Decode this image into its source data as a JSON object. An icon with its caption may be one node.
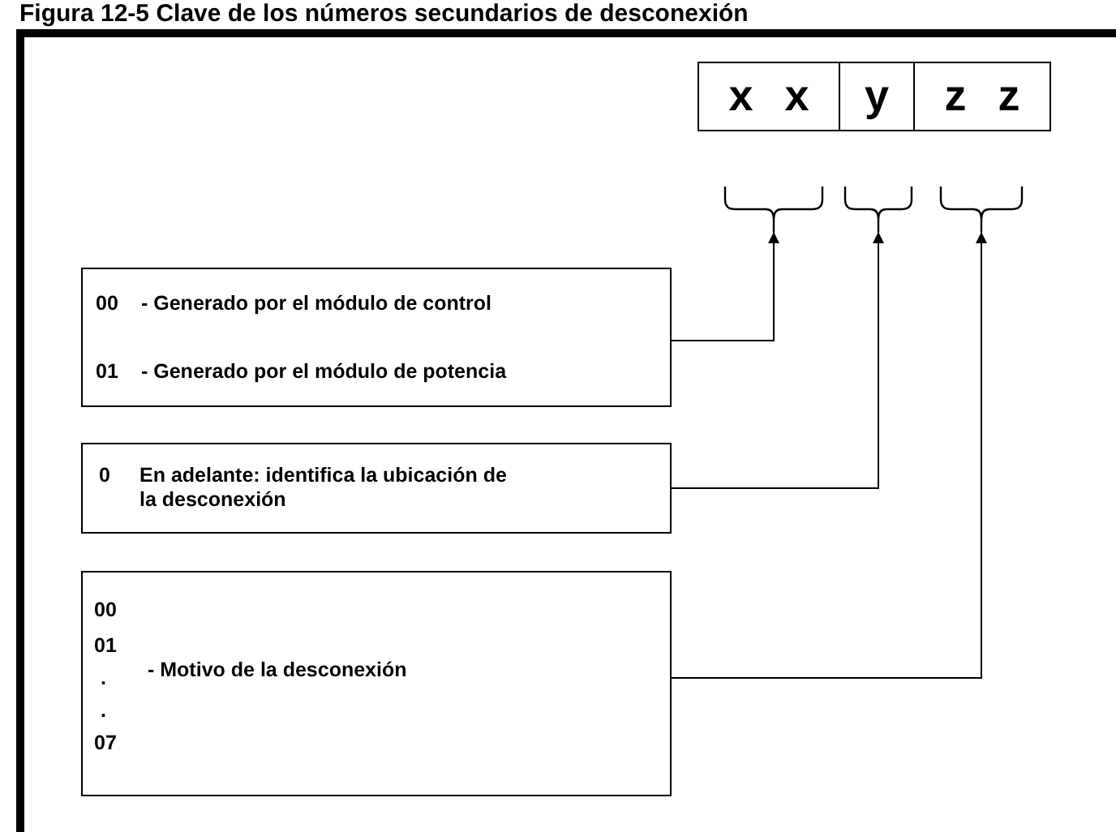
{
  "diagram": {
    "title": "Figura 12-5 Clave de los números secundarios de desconexión",
    "nodes": [
      {
        "text": [
          "x x"
        ]
      },
      {
        "text": [
          "y"
        ]
      },
      {
        "text": [
          "z z"
        ]
      },
      {
        "text": [],
        "shape": "bracket"
      },
      {
        "text": [],
        "shape": "bracket"
      },
      {
        "text": [],
        "shape": "bracket"
      },
      {
        "text": [
          "00",
          "- Generado por el módulo de control",
          "01",
          "- Generado por el módulo de potencia"
        ]
      },
      {
        "text": [
          "0",
          "En adelante: identifica la ubicación de la desconexión"
        ]
      },
      {
        "text": [
          "00",
          "01",
          ".",
          ".",
          "07",
          "- Motivo de la desconexión"
        ]
      }
    ],
    "edges": [
      {
        "from": 6,
        "to": 3,
        "arrow": "to"
      },
      {
        "from": 7,
        "to": 4,
        "arrow": "to"
      },
      {
        "from": 8,
        "to": 5,
        "arrow": "to"
      }
    ]
  }
}
